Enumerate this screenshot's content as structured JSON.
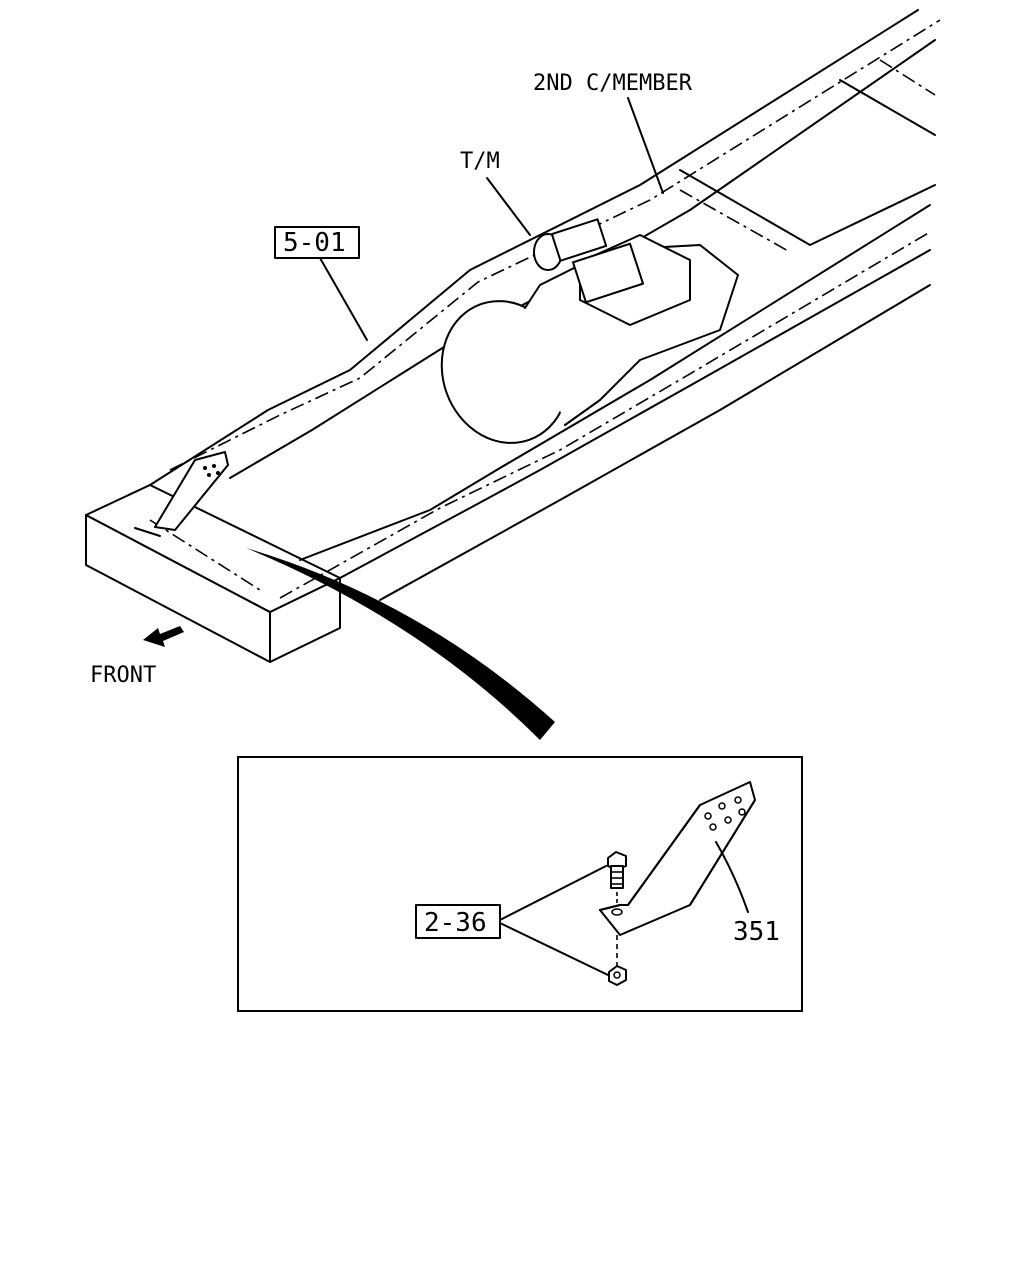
{
  "labels": {
    "second_crossmember": "2ND C/MEMBER",
    "transmission": "T/M",
    "ref_5_01": "5-01",
    "front": "FRONT",
    "ref_2_36": "2-36",
    "part_351": "351"
  },
  "icons": [
    "front-arrow-icon",
    "bolt-icon",
    "nut-icon",
    "bracket-icon"
  ],
  "colors": {
    "line": "#000000",
    "background": "#ffffff"
  }
}
